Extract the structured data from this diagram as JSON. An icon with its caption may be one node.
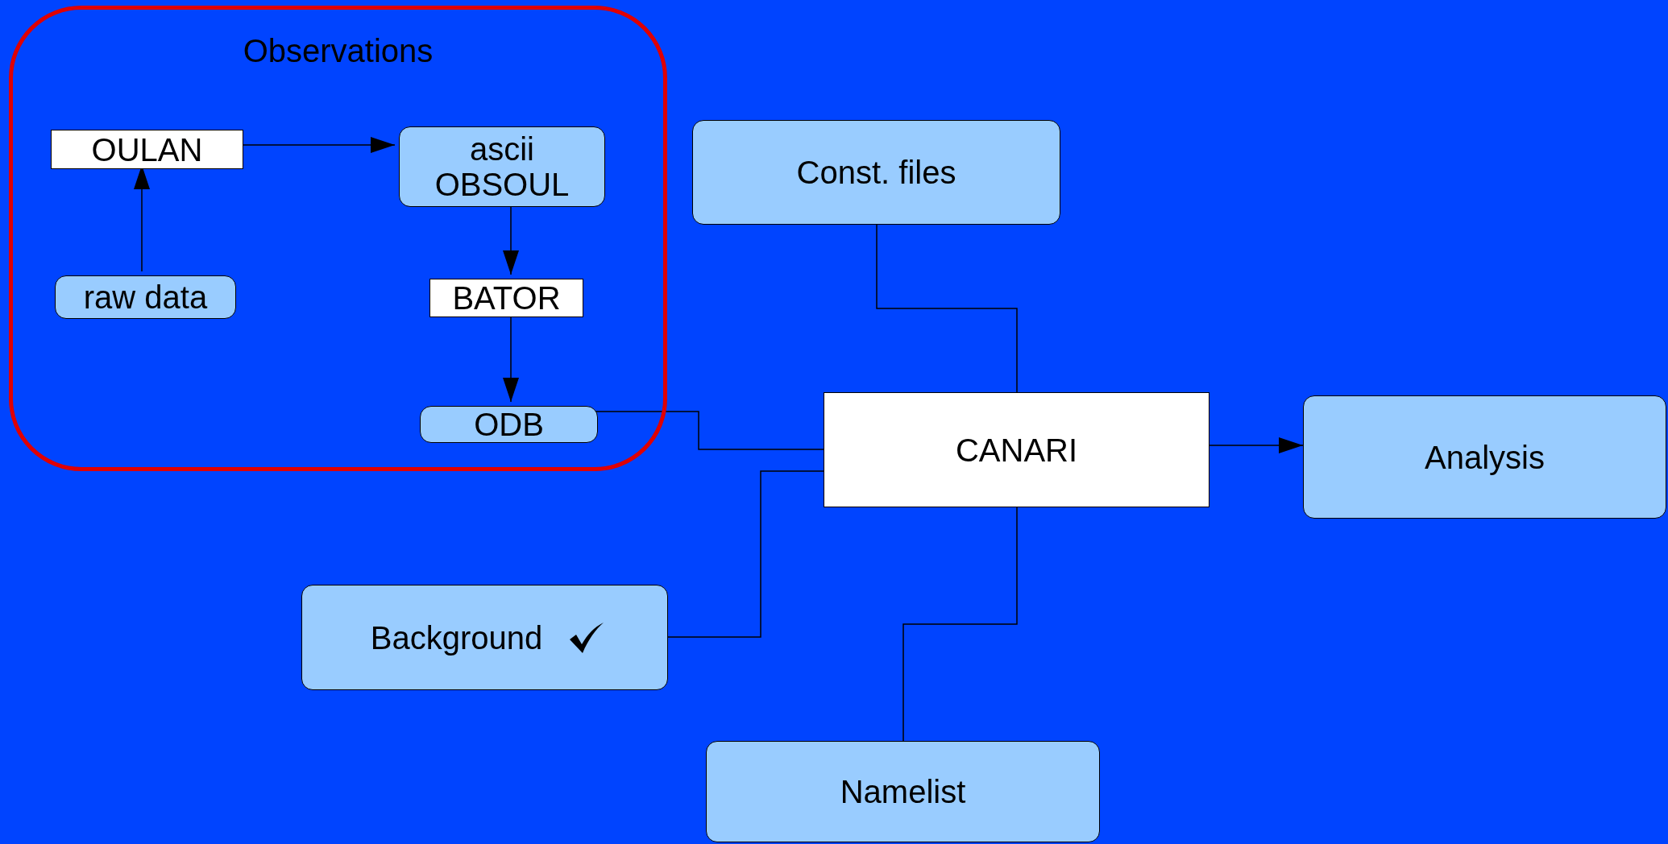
{
  "diagram": {
    "nodes": [
      {
        "text": [
          "Observations"
        ]
      },
      {
        "text": [
          "OULAN"
        ],
        "in": 0
      },
      {
        "text": [
          "ascii OBSOUL"
        ],
        "in": 0
      },
      {
        "text": [
          "raw data"
        ],
        "in": 0
      },
      {
        "text": [
          "BATOR"
        ],
        "in": 0
      },
      {
        "text": [
          "ODB"
        ],
        "in": 0
      },
      {
        "text": [
          "Const. files"
        ]
      },
      {
        "text": [
          "CANARI"
        ]
      },
      {
        "text": [
          "Analysis"
        ]
      },
      {
        "text": [
          "Background"
        ]
      },
      {
        "text": [
          "Namelist"
        ]
      }
    ],
    "edges": [
      {
        "from": 3,
        "to": 1,
        "arrow": "to"
      },
      {
        "from": 1,
        "to": 2,
        "arrow": "to"
      },
      {
        "from": 2,
        "to": 4,
        "arrow": "to"
      },
      {
        "from": 4,
        "to": 5,
        "arrow": "to"
      },
      {
        "from": 5,
        "to": 7,
        "arrow": "none"
      },
      {
        "from": 6,
        "to": 7,
        "arrow": "none"
      },
      {
        "from": 9,
        "to": 7,
        "arrow": "none"
      },
      {
        "from": 10,
        "to": 7,
        "arrow": "none"
      },
      {
        "from": 7,
        "to": 8,
        "arrow": "to"
      }
    ]
  }
}
